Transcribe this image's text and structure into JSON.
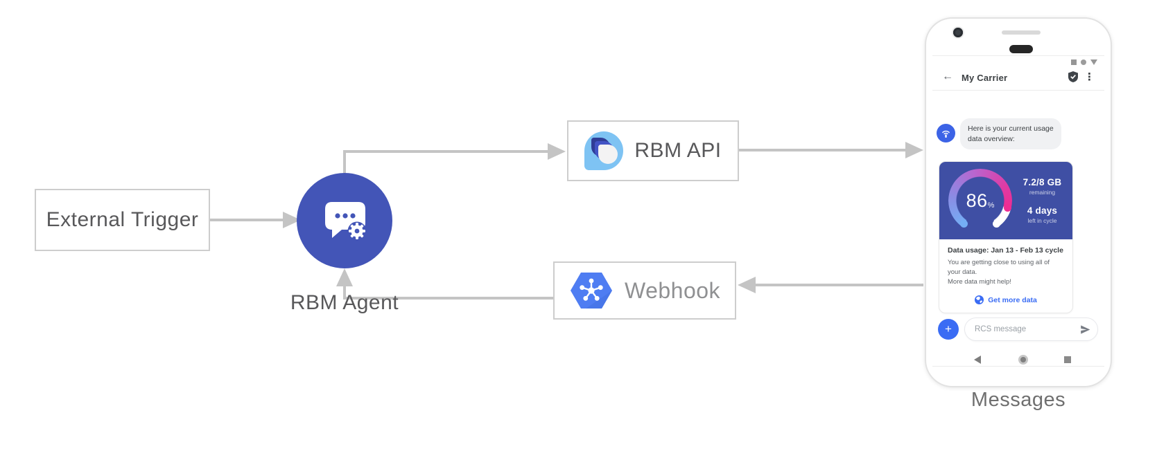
{
  "diagram": {
    "external_trigger": "External Trigger",
    "rbm_agent": "RBM Agent",
    "rbm_api": "RBM API",
    "webhook": "Webhook",
    "messages_caption": "Messages",
    "colors": {
      "arrow": "#c4c4c4",
      "agent_circle": "#4355b7",
      "webhook_hexagon": "#4f7df2",
      "rcs_logo_light": "#7ec3f3",
      "rcs_logo_dark": "#2f3d96",
      "rcs_logo_mid": "#4254c4"
    }
  },
  "phone": {
    "status_icons": [
      "square",
      "circle",
      "triangle-down"
    ],
    "header": {
      "back_glyph": "←",
      "title": "My Carrier",
      "menu_glyph": "⋮"
    },
    "chat": {
      "message_line1": "Here is your current usage",
      "message_line2": "data overview:"
    },
    "usage_card": {
      "card_color": "#3f4fa4",
      "gauge_percent": "86",
      "gauge_unit": "%",
      "gauge_gradient": [
        "#74aef5",
        "#8a8ce4",
        "#b866cf",
        "#ee2d93"
      ],
      "remaining_value": "7.2/8 GB",
      "remaining_label": "remaining",
      "cycle_value": "4 days",
      "cycle_label": "left in cycle",
      "heading": "Data usage: Jan 13 - Feb 13 cycle",
      "body_line1": "You are getting close to using all of your data.",
      "body_line2": "More data might help!",
      "action_label": "Get more data",
      "accent_color": "#3a6cf4"
    },
    "compose": {
      "placeholder": "RCS message"
    }
  }
}
